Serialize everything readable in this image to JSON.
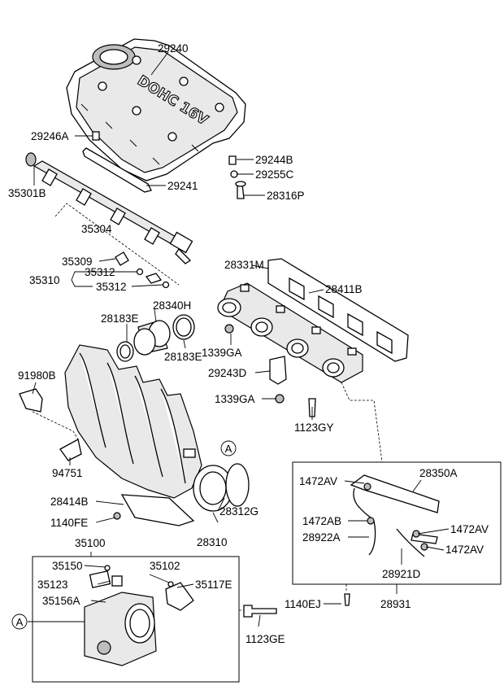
{
  "engine_cover_text": "DOHC 16V",
  "reference_marker": "A",
  "labels": {
    "l29240": "29240",
    "l29246A": "29246A",
    "l29244B": "29244B",
    "l29255C": "29255C",
    "l35301B": "35301B",
    "l29241": "29241",
    "l28316P": "28316P",
    "l35304": "35304",
    "l35309": "35309",
    "l35312a": "35312",
    "l35310": "35310",
    "l35312b": "35312",
    "l28331M": "28331M",
    "l28411B": "28411B",
    "l28340H": "28340H",
    "l28183Ea": "28183E",
    "l28183Eb": "28183E",
    "l1339GAa": "1339GA",
    "l29243D": "29243D",
    "l91980B": "91980B",
    "l1339GAb": "1339GA",
    "l1123GY": "1123GY",
    "l94751": "94751",
    "l28414B": "28414B",
    "l1140FE": "1140FE",
    "l28312G": "28312G",
    "l28310": "28310",
    "l35100": "35100",
    "l35150": "35150",
    "l35102": "35102",
    "l35123": "35123",
    "l35117E": "35117E",
    "l35156A": "35156A",
    "l1123GE": "1123GE",
    "l1472AVa": "1472AV",
    "l28350A": "28350A",
    "l1472AB": "1472AB",
    "l1472AVb": "1472AV",
    "l28922A": "28922A",
    "l1472AVc": "1472AV",
    "l28921D": "28921D",
    "l1140EJ": "1140EJ",
    "l28931": "28931"
  }
}
